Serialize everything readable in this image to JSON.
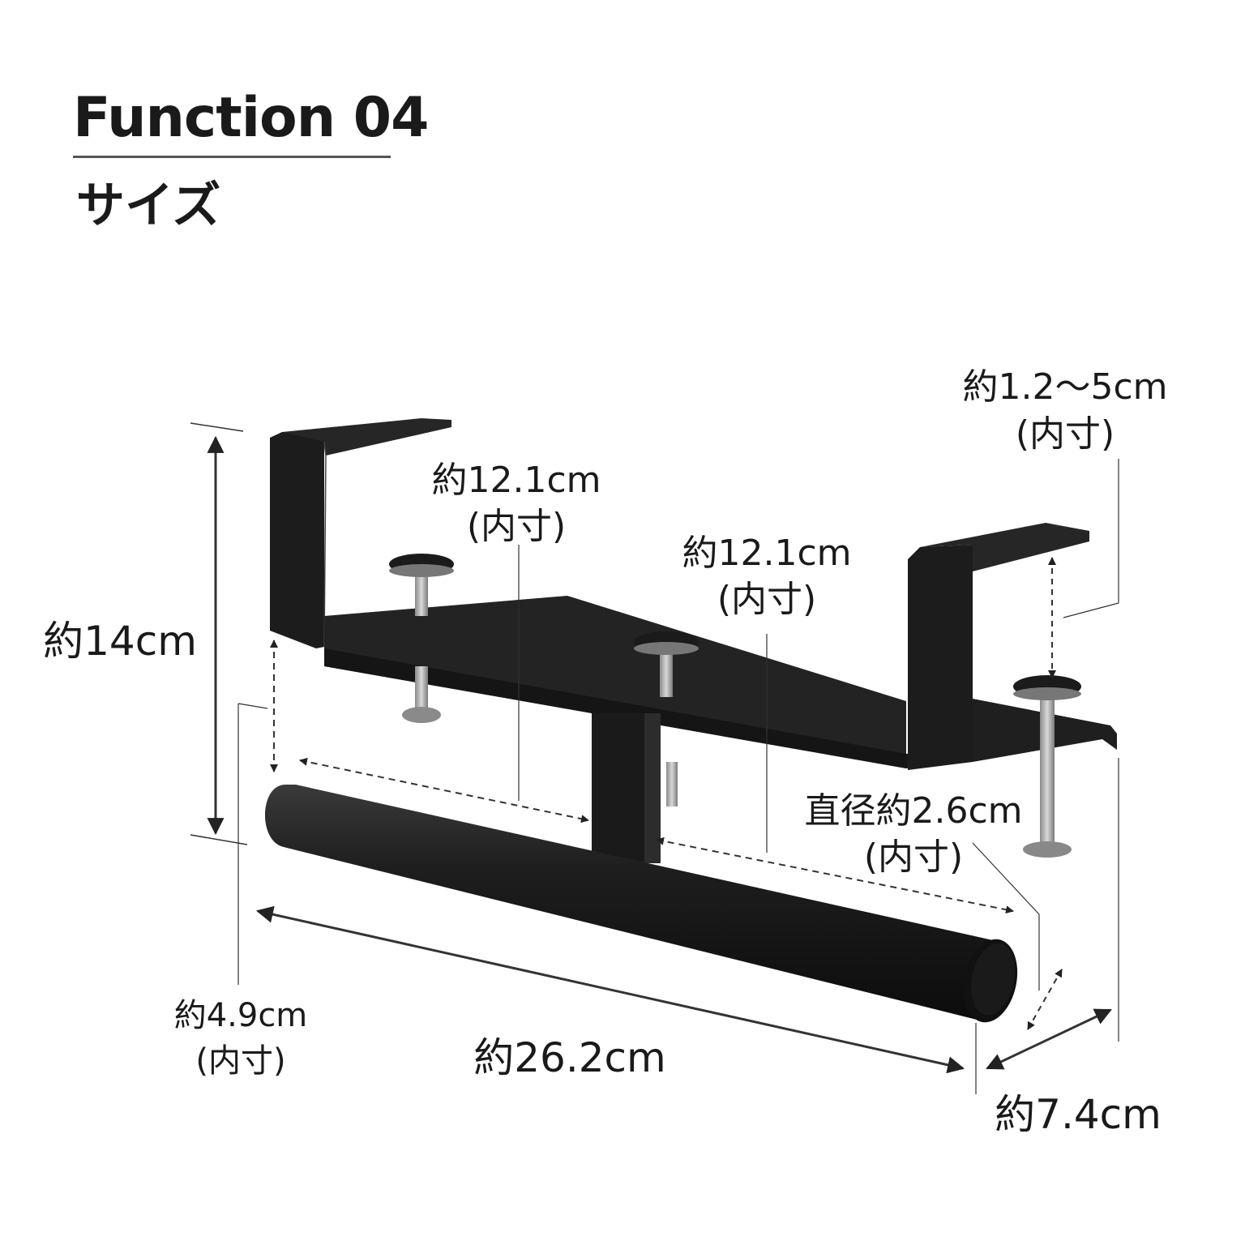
{
  "header": {
    "title": "Function 04",
    "subtitle": "サイズ"
  },
  "dimensions": {
    "height_total": "約14cm",
    "inner_width_left": "約12.1cm",
    "inner_width_left_note": "(内寸)",
    "inner_width_right": "約12.1cm",
    "inner_width_right_note": "(内寸)",
    "clamp_range": "約1.2〜5cm",
    "clamp_range_note": "(内寸)",
    "bar_diameter": "直径約2.6cm",
    "bar_diameter_note": "(内寸)",
    "inner_height": "約4.9cm",
    "inner_height_note": "(内寸)",
    "bar_length": "約26.2cm",
    "depth": "約7.4cm"
  },
  "colors": {
    "product": "#1c1c1c",
    "product_edge": "#3a3a3a",
    "dimension_line": "#333333",
    "text": "#1a1a1a"
  }
}
